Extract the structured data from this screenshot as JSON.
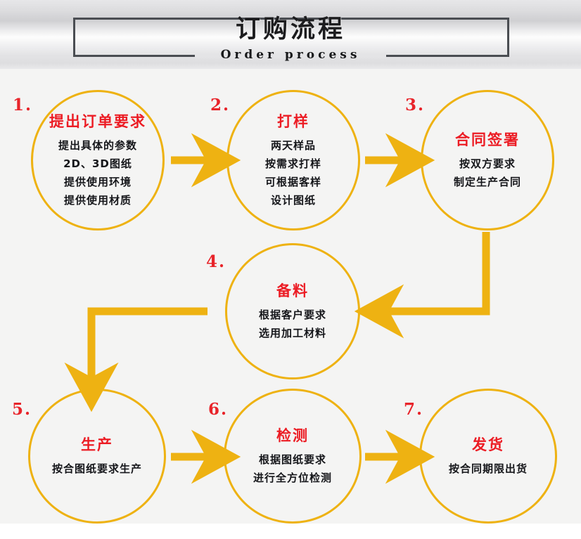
{
  "header": {
    "title": "订购流程",
    "subtitle": "Order process"
  },
  "colors": {
    "accent_orange": "#eeb212",
    "title_red": "#ec1c24",
    "number_red": "#e8242a",
    "body_text": "#15161a",
    "frame_border": "#4a4d52",
    "page_background": "#f4f4f3"
  },
  "flow": {
    "steps": [
      {
        "number": "1.",
        "title": "提出订单要求",
        "lines": [
          "提出具体的参数",
          "2D、3D图纸",
          "提供使用环境",
          "提供使用材质"
        ]
      },
      {
        "number": "2.",
        "title": "打样",
        "lines": [
          "两天样品",
          "按需求打样",
          "可根据客样",
          "设计图纸"
        ]
      },
      {
        "number": "3.",
        "title": "合同签署",
        "lines": [
          "按双方要求",
          "制定生产合同"
        ]
      },
      {
        "number": "4.",
        "title": "备料",
        "lines": [
          "根据客户要求",
          "选用加工材料"
        ]
      },
      {
        "number": "5.",
        "title": "生产",
        "lines": [
          "按合图纸要求生产"
        ]
      },
      {
        "number": "6.",
        "title": "检测",
        "lines": [
          "根据图纸要求",
          "进行全方位检测"
        ]
      },
      {
        "number": "7.",
        "title": "发货",
        "lines": [
          "按合同期限出货"
        ]
      }
    ],
    "connectors": [
      {
        "name": "arrow-step1-to-step2",
        "kind": "straight-right"
      },
      {
        "name": "arrow-step2-to-step3",
        "kind": "straight-right"
      },
      {
        "name": "arrow-step3-to-step4",
        "kind": "elbow-down-left"
      },
      {
        "name": "arrow-step4-to-step5",
        "kind": "elbow-left-down"
      },
      {
        "name": "arrow-step5-to-step6",
        "kind": "straight-right"
      },
      {
        "name": "arrow-step6-to-step7",
        "kind": "straight-right"
      }
    ]
  }
}
